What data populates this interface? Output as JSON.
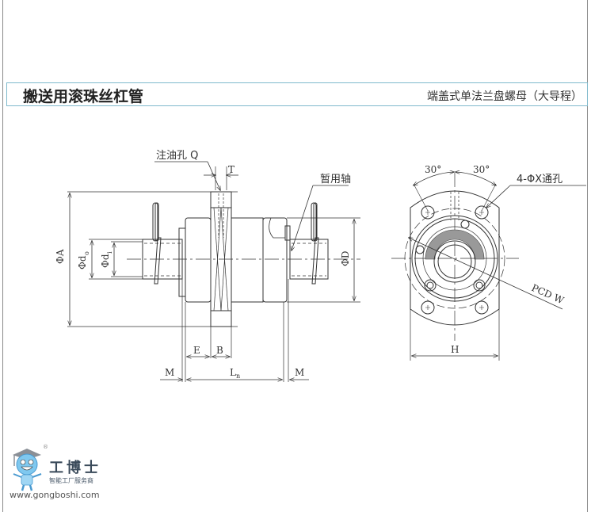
{
  "header": {
    "title": "搬送用滚珠丝杠管",
    "subtitle": "端盖式单法兰盘螺母（大导程）"
  },
  "side_view": {
    "labels": {
      "oil_hole": "注油孔 Q",
      "temp_shaft": "暂用轴",
      "T": "T",
      "phi_A": "ΦA",
      "phi_do": "Φd",
      "phi_do_sub": "o",
      "phi_di": "Φd",
      "phi_di_sub": "i",
      "phi_D": "ΦD",
      "E": "E",
      "B": "B",
      "M_left": "M",
      "M_right": "M",
      "Ln": "L",
      "Ln_sub": "n"
    }
  },
  "front_view": {
    "labels": {
      "angle_left": "30°",
      "angle_right": "30°",
      "through_hole": "4-ΦX通孔",
      "pcd": "PCD W",
      "H": "H"
    }
  },
  "logo": {
    "name": "工博士",
    "slogan": "智能工厂服务商",
    "url": "www.gongboshi.com",
    "registered": "®",
    "colors": {
      "mascot": "#5bb8e8",
      "text": "#3a4a5a"
    }
  }
}
